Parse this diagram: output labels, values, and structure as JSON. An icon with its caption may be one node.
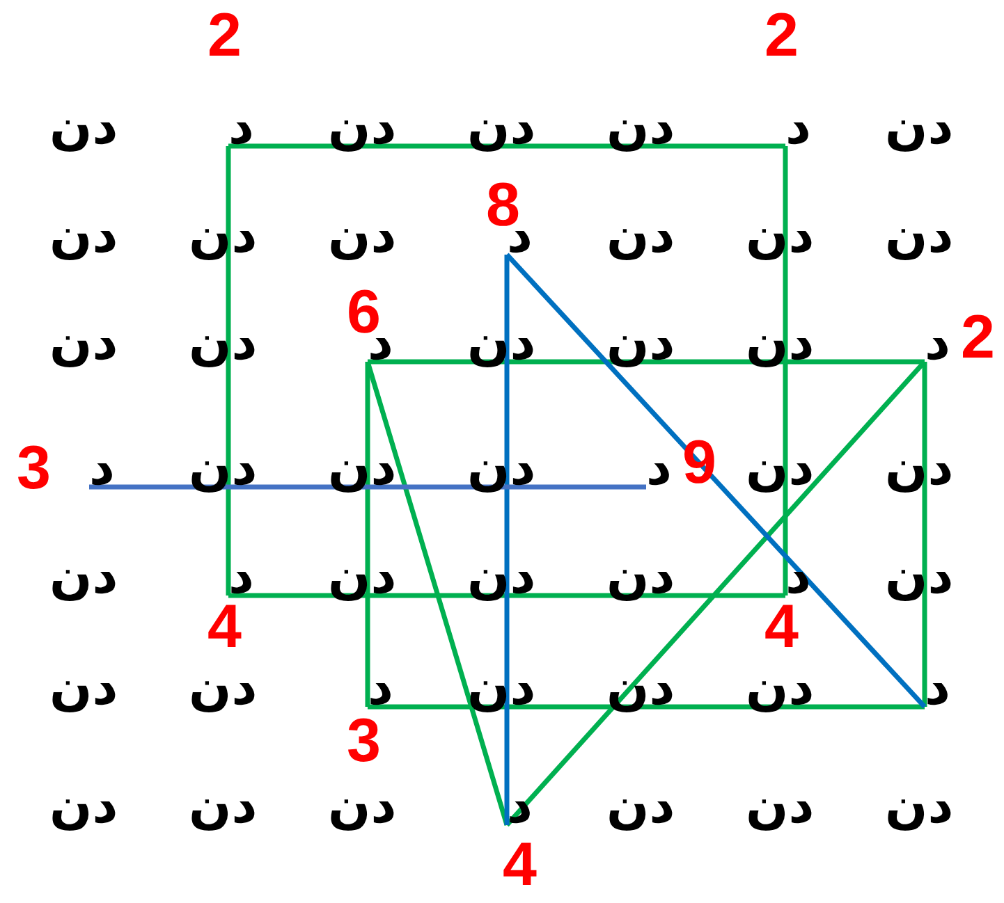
{
  "diagram": {
    "nodes": [
      {
        "text": [
          "د"
        ],
        "beside": [
          "2"
        ]
      },
      {
        "text": [
          "د"
        ],
        "beside": [
          "2"
        ]
      },
      {
        "text": [
          "د"
        ],
        "beside": [
          "8"
        ]
      },
      {
        "text": [
          "د"
        ],
        "beside": [
          "6"
        ]
      },
      {
        "text": [
          "د"
        ],
        "beside": [
          "2"
        ]
      },
      {
        "text": [
          "د"
        ],
        "beside": [
          "3"
        ]
      },
      {
        "text": [
          "د"
        ],
        "beside": [
          "9"
        ]
      },
      {
        "text": [
          "د"
        ],
        "beside": [
          "4"
        ]
      },
      {
        "text": [
          "د"
        ],
        "beside": [
          "4"
        ]
      },
      {
        "text": [
          "د"
        ],
        "beside": [
          "3"
        ]
      },
      {
        "text": [
          "د"
        ]
      },
      {
        "text": [
          "د"
        ],
        "beside": [
          "4"
        ]
      }
    ],
    "edges": [
      {
        "from": 0,
        "to": 1,
        "arrow": "none"
      },
      {
        "from": 1,
        "to": 8,
        "arrow": "none"
      },
      {
        "from": 8,
        "to": 7,
        "arrow": "none"
      },
      {
        "from": 7,
        "to": 0,
        "arrow": "none"
      },
      {
        "from": 3,
        "to": 4,
        "arrow": "none"
      },
      {
        "from": 4,
        "to": 10,
        "arrow": "none"
      },
      {
        "from": 10,
        "to": 9,
        "arrow": "none"
      },
      {
        "from": 9,
        "to": 3,
        "arrow": "none"
      },
      {
        "from": 3,
        "to": 11,
        "arrow": "none"
      },
      {
        "from": 11,
        "to": 4,
        "arrow": "none"
      },
      {
        "from": 2,
        "to": 11,
        "arrow": "none",
        "color": "#0070c0"
      },
      {
        "from": 2,
        "to": 10,
        "arrow": "none",
        "color": "#0070c0"
      },
      {
        "from": 5,
        "to": 6,
        "arrow": "none",
        "color": "#4472c4"
      }
    ],
    "labels": [
      "دن",
      "دن",
      "دن",
      "دن",
      "دن",
      "دن",
      "دن",
      "دن",
      "دن",
      "دن",
      "دن",
      "دن",
      "دن",
      "دن",
      "دن",
      "دن",
      "دن",
      "دن",
      "دن",
      "دن",
      "دن",
      "دن",
      "دن",
      "دن",
      "دن",
      "دن",
      "دن",
      "دن",
      "دن",
      "دن",
      "دن",
      "دن",
      "دن",
      "دن",
      "دن",
      "دن",
      "دن"
    ]
  }
}
